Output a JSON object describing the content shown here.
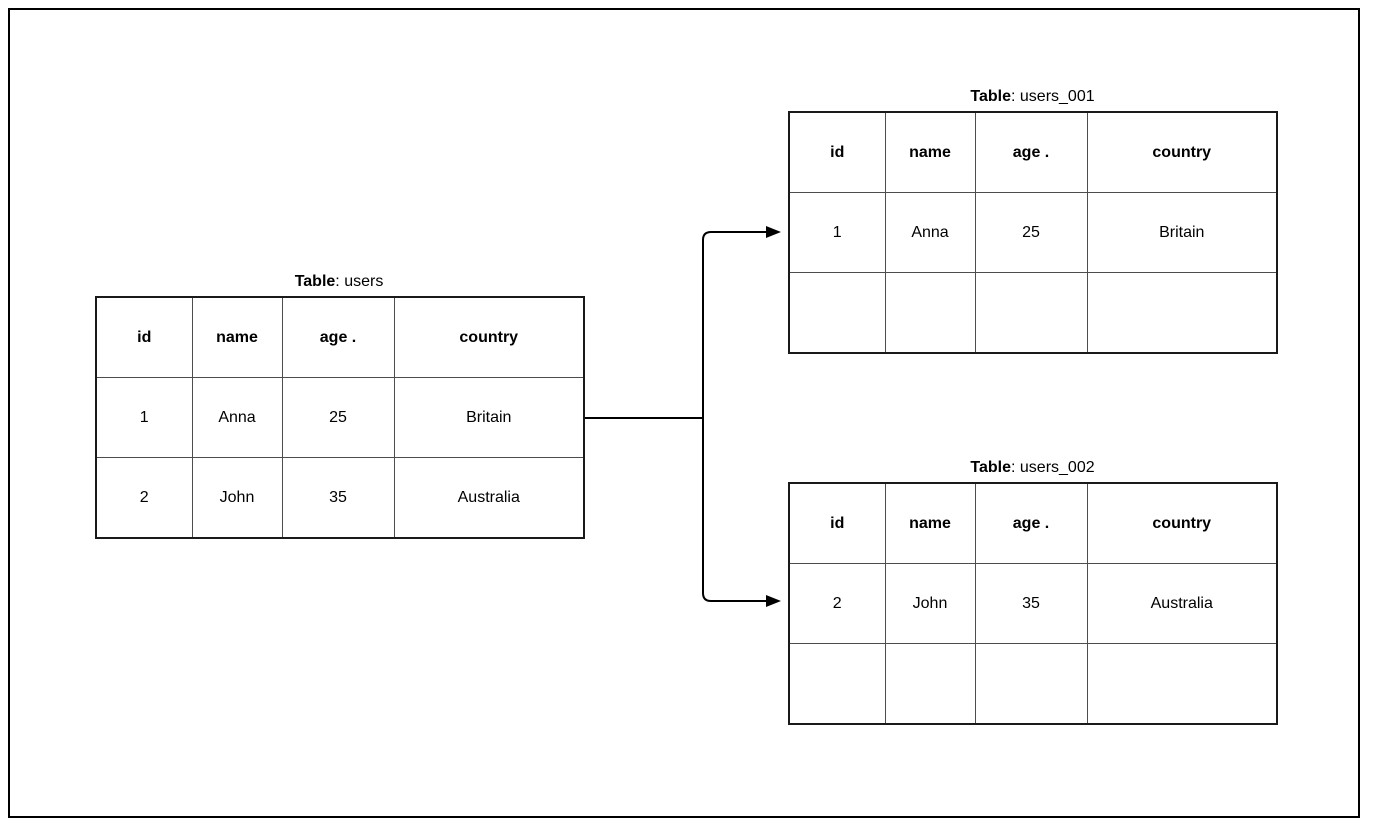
{
  "diagram": {
    "colors": {
      "line": "#000000",
      "background": "#ffffff",
      "text": "#000000"
    },
    "source_table": {
      "title_label": "Table",
      "title_separator": ": ",
      "title_name": "users",
      "columns": [
        "id",
        "name",
        "age .",
        "country"
      ],
      "rows": [
        [
          "1",
          "Anna",
          "25",
          "Britain"
        ],
        [
          "2",
          "John",
          "35",
          "Australia"
        ]
      ]
    },
    "shards": [
      {
        "title_label": "Table",
        "title_separator": ": ",
        "title_name": "users_001",
        "columns": [
          "id",
          "name",
          "age .",
          "country"
        ],
        "rows": [
          [
            "1",
            "Anna",
            "25",
            "Britain"
          ],
          [
            "",
            "",
            "",
            ""
          ]
        ]
      },
      {
        "title_label": "Table",
        "title_separator": ": ",
        "title_name": "users_002",
        "columns": [
          "id",
          "name",
          "age .",
          "country"
        ],
        "rows": [
          [
            "2",
            "John",
            "35",
            "Australia"
          ],
          [
            "",
            "",
            "",
            ""
          ]
        ]
      }
    ]
  }
}
